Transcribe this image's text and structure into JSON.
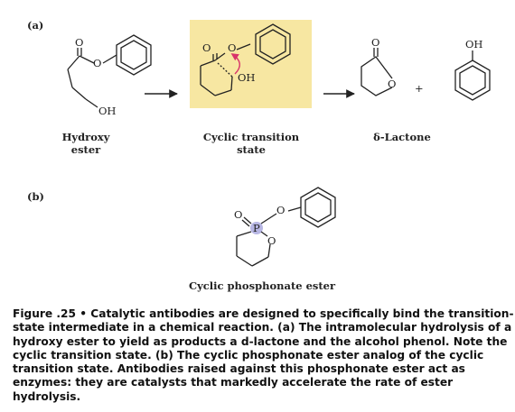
{
  "panels": {
    "a": "(a)",
    "b": "(b)"
  },
  "atoms": {
    "o": "O",
    "oh": "OH",
    "p": "P",
    "plus": "+"
  },
  "labels": {
    "hydroxy_ester": [
      "Hydroxy",
      "ester"
    ],
    "cyclic_transition_state": [
      "Cyclic transition",
      "state"
    ],
    "delta_lactone": "δ-Lactone",
    "cyclic_phosphonate_ester": "Cyclic phosphonate ester"
  },
  "caption": [
    "Figure .25 • Catalytic antibodies are designed to specifically bind the transition-",
    "state intermediate in a chemical reaction. (a) The intramolecular hydrolysis of a",
    "hydroxy ester to yield as products a d-lactone and the alcohol phenol. Note the",
    "cyclic transition state. (b) The cyclic phosphonate ester analog of the cyclic",
    "transition state. Antibodies raised against this phosphonate ester act as",
    "enzymes: they are catalysts that markedly accelerate the rate of ester",
    "hydrolysis."
  ],
  "colors": {
    "highlight_box": "#f7e7a2",
    "curved_arrow": "#d8336a",
    "phosphorus_circle": "#b7b6e3"
  },
  "icons": {
    "reaction_arrow": "arrow-right-icon",
    "electron_push": "curved-arrow-icon",
    "benzene": "benzene-ring-icon"
  }
}
